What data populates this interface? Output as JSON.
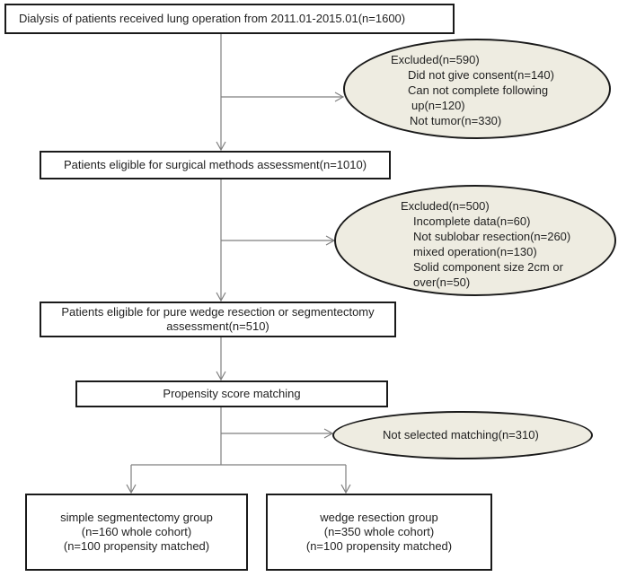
{
  "boxes": {
    "dialysis": "Dialysis of patients received lung operation from 2011.01-2015.01(n=1600)",
    "eligible_surgical": "Patients eligible for surgical methods assessment(n=1010)",
    "eligible_wedge_line1": "Patients eligible for pure wedge resection or segmentectomy",
    "eligible_wedge_line2": "assessment(n=510)",
    "propensity": "Propensity score matching",
    "segmentectomy": {
      "line1": "simple segmentectomy group",
      "line2": "(n=160 whole cohort)",
      "line3": "(n=100 propensity matched)"
    },
    "wedge": {
      "line1": "wedge resection group",
      "line2": "(n=350 whole cohort)",
      "line3": "(n=100 propensity matched)"
    }
  },
  "exclusions": {
    "first": {
      "title": "Excluded(n=590)",
      "items": [
        "Did not give consent(n=140)",
        "Can not complete following",
        "up(n=120)",
        "Not tumor(n=330)"
      ]
    },
    "second": {
      "title": "Excluded(n=500)",
      "items": [
        "Incomplete data(n=60)",
        "Not sublobar resection(n=260)",
        "mixed operation(n=130)",
        "Solid component size 2cm or",
        "over(n=50)"
      ]
    },
    "third": {
      "title": "Not selected matching(n=310)"
    }
  },
  "colors": {
    "ellipse_fill": "#eeece1",
    "border": "#1a1a1a",
    "arrow": "#7f7f7f"
  }
}
